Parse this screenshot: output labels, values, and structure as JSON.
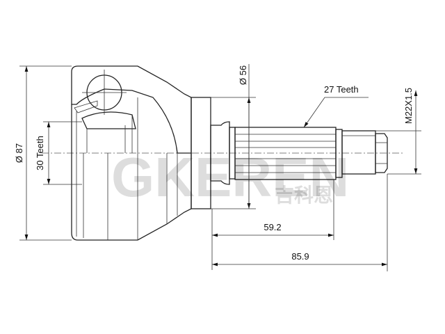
{
  "diagram": {
    "labels": {
      "outer_diameter": "Ø 87",
      "inner_teeth": "30 Teeth",
      "flange_diameter": "Ø 56",
      "outer_teeth": "27 Teeth",
      "thread": "M22X1.5",
      "spline_length": "59.2",
      "total_length": "85.9"
    },
    "watermark": {
      "latin": "GKEREN",
      "chinese": "吉科恩"
    }
  }
}
